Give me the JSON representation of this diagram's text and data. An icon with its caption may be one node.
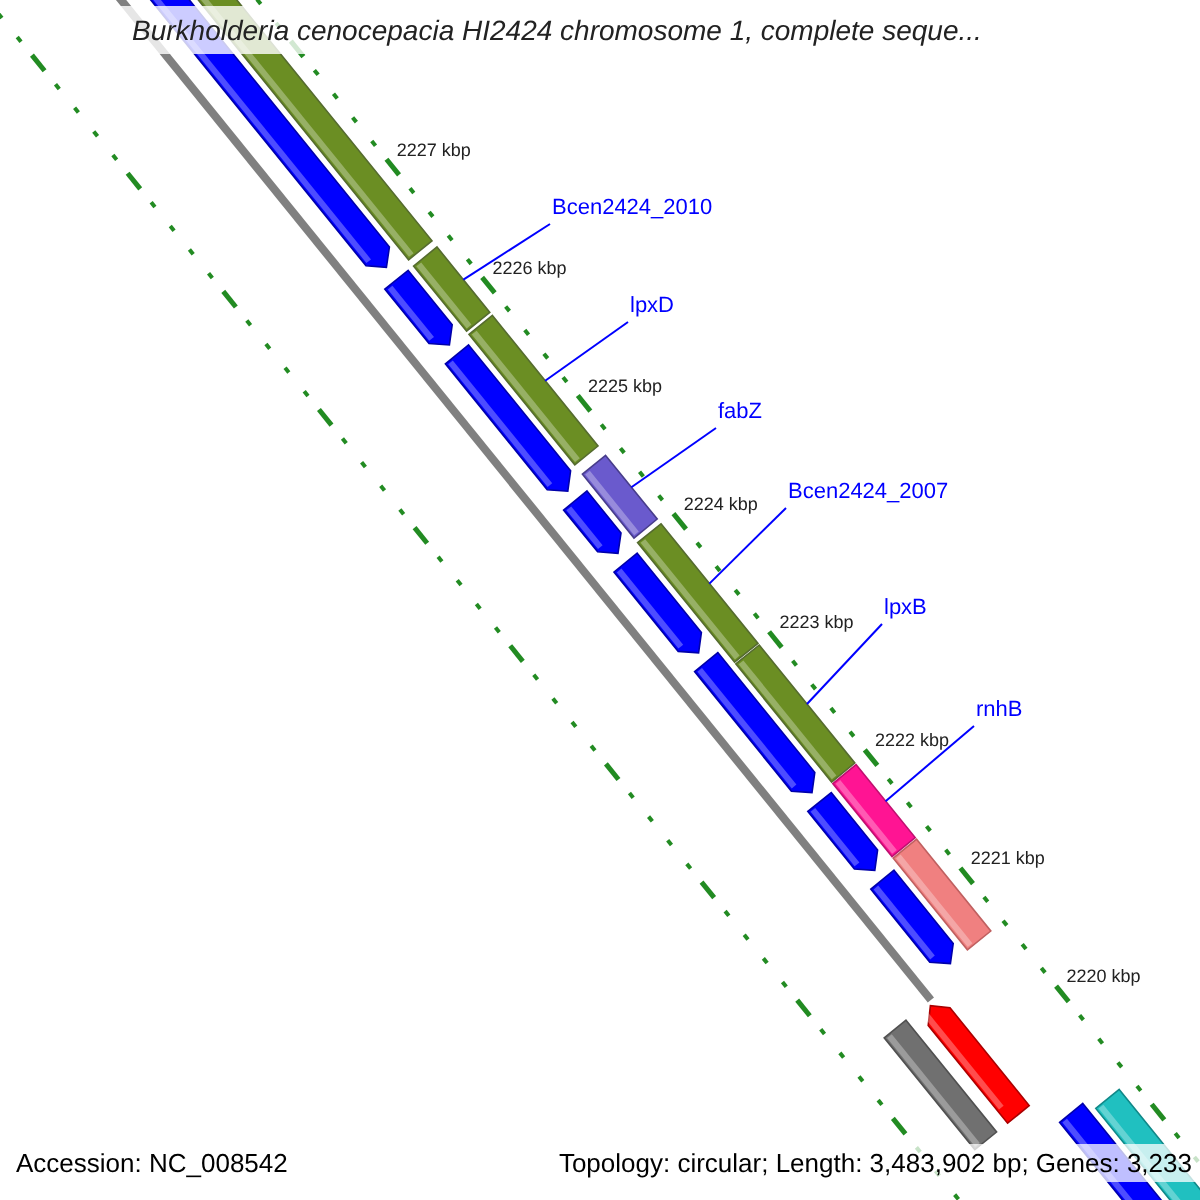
{
  "diagram": {
    "title": "Burkholderia cenocepacia HI2424 chromosome 1, complete seque...",
    "nodes": [
      {
        "text": [
          "Bcen2424_2010"
        ]
      },
      {
        "text": [
          "lpxD"
        ]
      },
      {
        "text": [
          "fabZ"
        ]
      },
      {
        "text": [
          "Bcen2424_2007"
        ]
      },
      {
        "text": [
          "lpxB"
        ]
      },
      {
        "text": [
          "rnhB"
        ]
      },
      {
        "text": [],
        "shape": "bar"
      },
      {
        "text": [],
        "shape": "bar"
      },
      {
        "text": [],
        "shape": "bar"
      },
      {
        "text": [],
        "shape": "bar"
      },
      {
        "text": [],
        "shape": "bar"
      },
      {
        "text": [],
        "shape": "bar"
      }
    ],
    "edges": [
      {
        "from": 0,
        "to": 6,
        "arrow": "none"
      },
      {
        "from": 1,
        "to": 7,
        "arrow": "none"
      },
      {
        "from": 2,
        "to": 8,
        "arrow": "none"
      },
      {
        "from": 3,
        "to": 9,
        "arrow": "none"
      },
      {
        "from": 4,
        "to": 10,
        "arrow": "none"
      },
      {
        "from": 5,
        "to": 11,
        "arrow": "none"
      }
    ],
    "labels": [
      "2227 kbp",
      "2226 kbp",
      "2225 kbp",
      "2224 kbp",
      "2223 kbp",
      "2222 kbp",
      "2221 kbp",
      "2220 kbp",
      "Accession: NC_008542",
      "Topology: circular; Length: 3,483,902 bp; Genes: 3,233"
    ]
  }
}
